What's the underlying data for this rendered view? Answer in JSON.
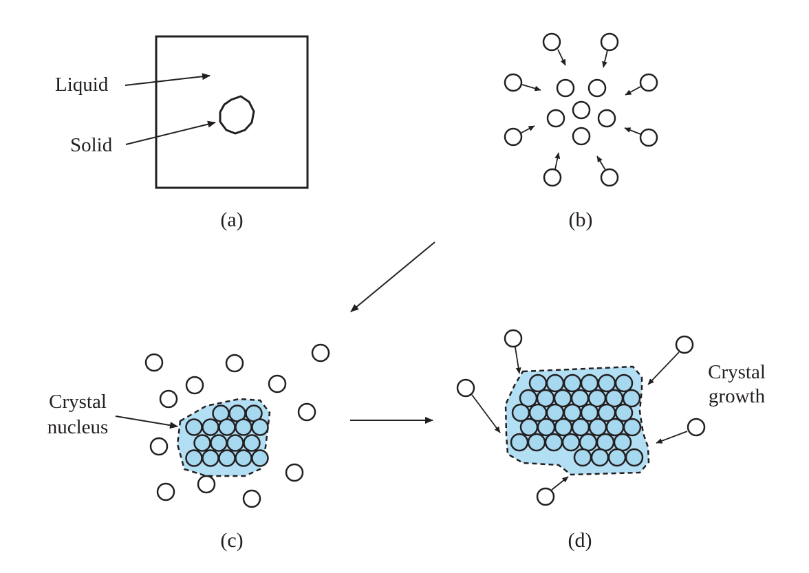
{
  "panel_a": {
    "caption": "(a)",
    "label_liquid": "Liquid",
    "label_solid": "Solid"
  },
  "panel_b": {
    "caption": "(b)"
  },
  "panel_c": {
    "caption": "(c)",
    "label_nucleus_line1": "Crystal",
    "label_nucleus_line2": "nucleus"
  },
  "panel_d": {
    "caption": "(d)",
    "label_growth_line1": "Crystal",
    "label_growth_line2": "growth"
  },
  "colors": {
    "ink": "#231f20",
    "crystal_fill": "#b3dff4",
    "atom_fill": "#a6d8f0"
  }
}
